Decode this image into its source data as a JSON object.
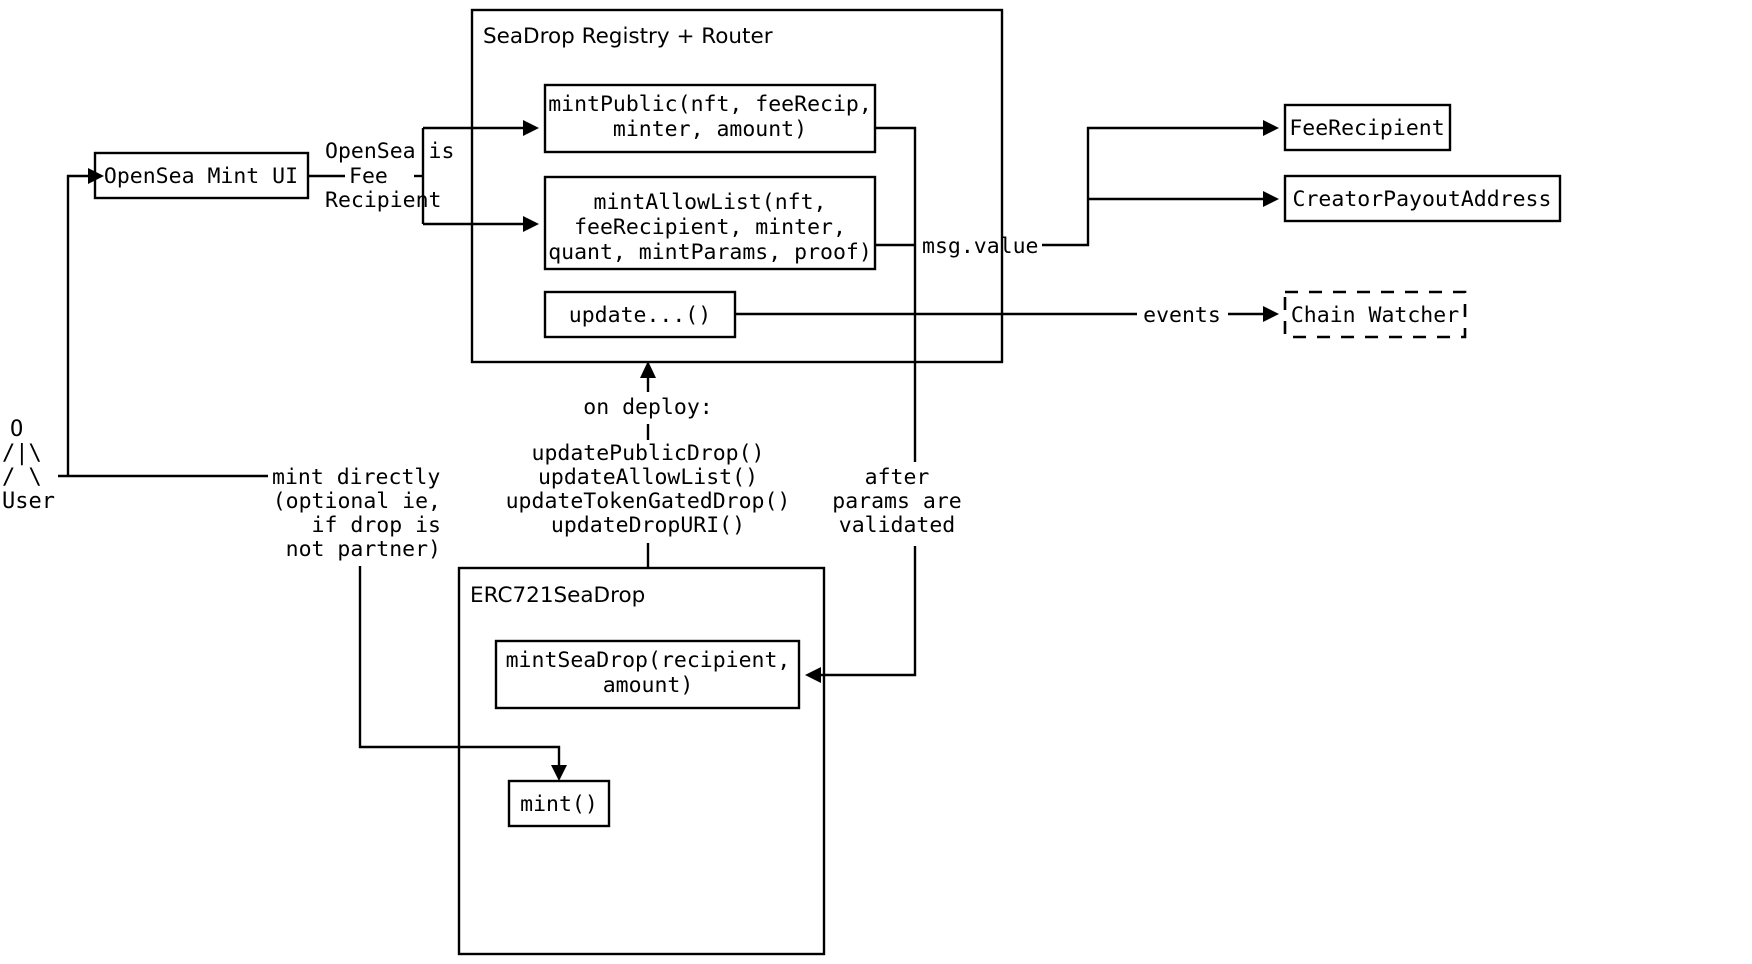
{
  "diagram": {
    "title_text": "SeaDrop Registry + Router",
    "groups": {
      "seadrop": {
        "label": "SeaDrop Registry + Router"
      },
      "erc721": {
        "label": "ERC721SeaDrop"
      }
    },
    "nodes": {
      "opensea_mint_ui": {
        "label": "OpenSea Mint UI"
      },
      "mint_public": {
        "lines": [
          "mintPublic(nft, feeRecip,",
          "minter, amount)"
        ]
      },
      "mint_allowlist": {
        "lines": [
          "mintAllowList(nft,",
          "feeRecipient, minter,",
          "quant, mintParams, proof)"
        ]
      },
      "update_fn": {
        "lines": [
          "update...()"
        ]
      },
      "fee_recipient": {
        "label": "FeeRecipient"
      },
      "creator_payout": {
        "label": "CreatorPayoutAddress"
      },
      "chain_watcher": {
        "label": "Chain Watcher"
      },
      "mint_seadrop": {
        "lines": [
          "mintSeaDrop(recipient,",
          "amount)"
        ]
      },
      "mint_fn": {
        "label": "mint()"
      }
    },
    "actor": {
      "art": [
        "O",
        "/|\\",
        "/ \\"
      ],
      "label": "User"
    },
    "edge_labels": {
      "opensea_is_fee_recipient": [
        "OpenSea is",
        "Fee",
        "Recipient"
      ],
      "msg_value": "msg.value",
      "events": "events",
      "on_deploy": "on deploy:",
      "on_deploy_calls": [
        "updatePublicDrop()",
        "updateAllowList()",
        "updateTokenGatedDrop()",
        "updateDropURI()"
      ],
      "mint_directly": [
        "mint directly",
        "(optional ie,",
        "if drop is",
        "not partner)"
      ],
      "after_params": [
        "after",
        "params are",
        "validated"
      ]
    },
    "colors": {
      "stroke": "#000000",
      "background": "#ffffff"
    }
  }
}
